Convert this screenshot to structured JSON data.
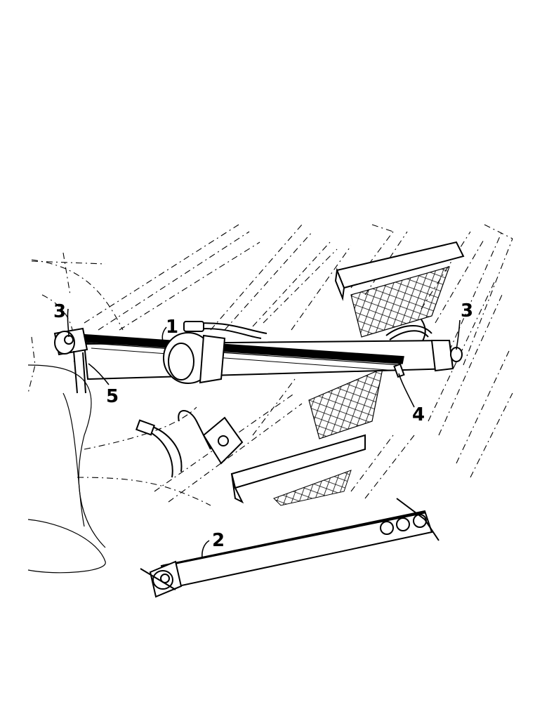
{
  "callouts": {
    "part_1": "1",
    "part_2": "2",
    "part_3_left": "3",
    "part_3_right": "3",
    "part_4": "4",
    "part_5": "5"
  },
  "colors": {
    "ink": "#000000",
    "paper": "#ffffff"
  }
}
